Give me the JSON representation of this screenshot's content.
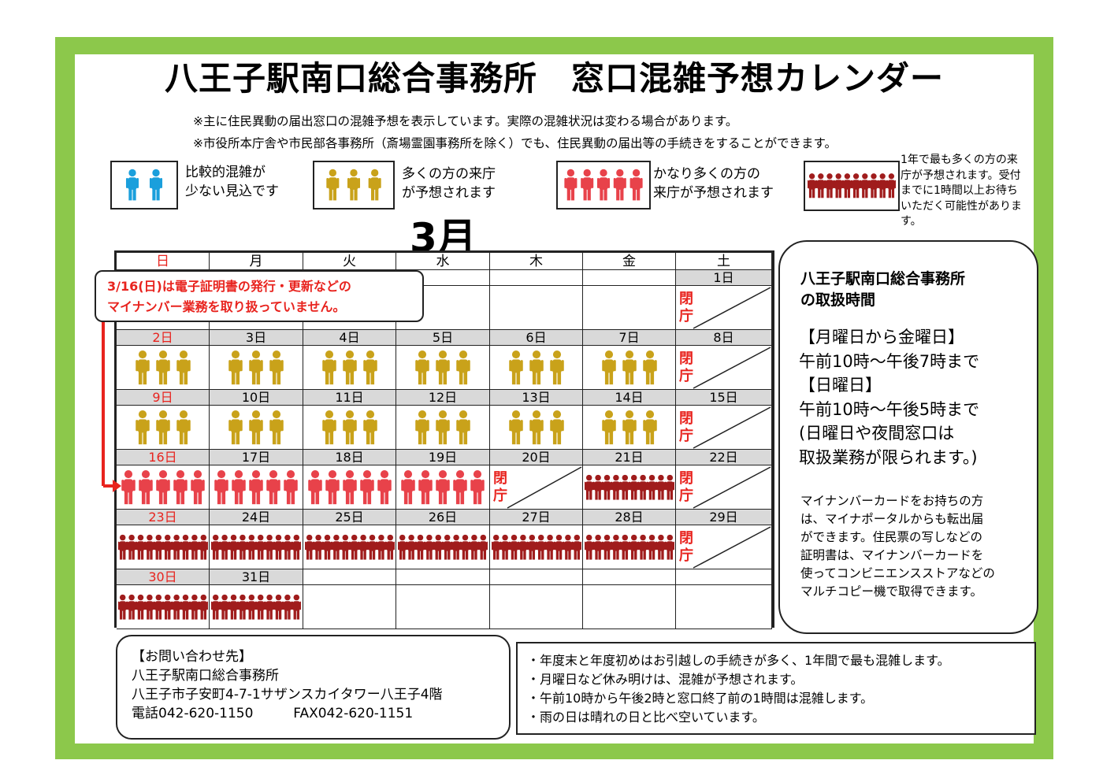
{
  "title": "八王子駅南口総合事務所　窓口混雑予想カレンダー",
  "notes": [
    "※主に住民異動の届出窓口の混雑予想を表示しています。実際の混雑状況は変わる場合があります。",
    "※市役所本庁舎や市民部各事務所（斎場霊園事務所を除く）でも、住民異動の届出等の手続きをすることができます。"
  ],
  "legend": {
    "blue": "比較的混雑が\n少ない見込です",
    "gold": "多くの方の来庁\nが予想されます",
    "red": "かなり多くの方の\n来庁が予想されます",
    "darkred": "1年で最も多くの方の来庁が予想されます。受付までに1時間以上お待ちいただく可能性があります。"
  },
  "colors": {
    "blue": "#1a9fdc",
    "gold": "#c9a21a",
    "red": "#e8424a",
    "darkred": "#a01c1c",
    "frame": "#8cc84b",
    "holiday": "#e8231e"
  },
  "month": "3月",
  "weekdays": [
    "日",
    "月",
    "火",
    "水",
    "木",
    "金",
    "土"
  ],
  "closed_label": "閉庁",
  "weeks": [
    [
      null,
      null,
      null,
      null,
      null,
      null,
      {
        "d": "1日",
        "l": "closed"
      }
    ],
    [
      {
        "d": "2日",
        "l": "gold",
        "red": true
      },
      {
        "d": "3日",
        "l": "gold"
      },
      {
        "d": "4日",
        "l": "gold"
      },
      {
        "d": "5日",
        "l": "gold"
      },
      {
        "d": "6日",
        "l": "gold"
      },
      {
        "d": "7日",
        "l": "gold"
      },
      {
        "d": "8日",
        "l": "closed"
      }
    ],
    [
      {
        "d": "9日",
        "l": "gold",
        "red": true
      },
      {
        "d": "10日",
        "l": "gold"
      },
      {
        "d": "11日",
        "l": "gold"
      },
      {
        "d": "12日",
        "l": "gold"
      },
      {
        "d": "13日",
        "l": "gold"
      },
      {
        "d": "14日",
        "l": "gold"
      },
      {
        "d": "15日",
        "l": "closed"
      }
    ],
    [
      {
        "d": "16日",
        "l": "red",
        "red": true
      },
      {
        "d": "17日",
        "l": "red"
      },
      {
        "d": "18日",
        "l": "red"
      },
      {
        "d": "19日",
        "l": "red"
      },
      {
        "d": "20日",
        "l": "closed"
      },
      {
        "d": "21日",
        "l": "darkred"
      },
      {
        "d": "22日",
        "l": "closed"
      }
    ],
    [
      {
        "d": "23日",
        "l": "darkred",
        "red": true
      },
      {
        "d": "24日",
        "l": "darkred"
      },
      {
        "d": "25日",
        "l": "darkred"
      },
      {
        "d": "26日",
        "l": "darkred"
      },
      {
        "d": "27日",
        "l": "darkred"
      },
      {
        "d": "28日",
        "l": "darkred"
      },
      {
        "d": "29日",
        "l": "closed"
      }
    ],
    [
      {
        "d": "30日",
        "l": "darkred",
        "red": true
      },
      {
        "d": "31日",
        "l": "darkred"
      },
      null,
      null,
      null,
      null,
      null
    ]
  ],
  "callout": {
    "line1": "3/16(日)は電子証明書の発行・更新などの",
    "line2": "マイナンバー業務を取り扱っていません。"
  },
  "hours": {
    "heading1": "八王子駅南口総合事務所",
    "heading2": "の取扱時間",
    "weekday_label": "【月曜日から金曜日】",
    "weekday_time": "午前10時～午後7時まで",
    "sunday_label": "【日曜日】",
    "sunday_time": "午前10時～午後5時まで",
    "limit1": "(日曜日や夜間窓口は",
    "limit2": "取扱業務が限られます。)",
    "mynumber": [
      "マイナンバーカードをお持ちの方",
      "は、マイナポータルからも転出届",
      "ができます。住民票の写しなどの",
      "証明書は、マイナンバーカードを",
      "使ってコンビニエンスストアなどの",
      "マルチコピー機で取得できます。"
    ]
  },
  "contact": {
    "label": "【お問い合わせ先】",
    "name": "八王子駅南口総合事務所",
    "address": "八王子市子安町4-7-1サザンスカイタワー八王子4階",
    "phone": "電話042-620-1150",
    "fax": "FAX042-620-1151"
  },
  "tips": [
    "・年度末と年度初めはお引越しの手続きが多く、1年間で最も混雑します。",
    "・月曜日など休み明けは、混雑が予想されます。",
    "・午前10時から午後2時と窓口終了前の1時間は混雑します。",
    "・雨の日は晴れの日と比べ空いています。"
  ]
}
